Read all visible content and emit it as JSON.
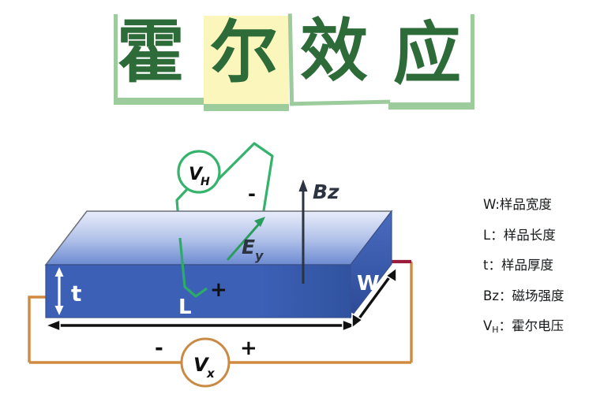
{
  "title": {
    "full_text": "霍尔效应",
    "chars": [
      "霍",
      "尔",
      "效",
      "应"
    ],
    "text_color": "#2d6b38",
    "deco_color": "#9ccb9c",
    "highlight_color": "#faf6bc",
    "highlighted_char_index": 1
  },
  "legend": {
    "rows": [
      {
        "symbol": "W",
        "sub": "",
        "separator": ":",
        "text": "样品宽度",
        "full": "W:样品宽度"
      },
      {
        "symbol": "L",
        "sub": "",
        "separator": "：",
        "text": "样品长度",
        "full": "L：样品长度"
      },
      {
        "symbol": "t",
        "sub": "",
        "separator": "：",
        "text": "样品厚度",
        "full": "t：样品厚度"
      },
      {
        "symbol": "Bz",
        "sub": "",
        "separator": "：",
        "text": "磁场强度",
        "full": "Bz：磁场强度"
      },
      {
        "symbol": "V",
        "sub": "H",
        "separator": "：",
        "text": "霍尔电压",
        "full": "VH：霍尔电压"
      }
    ]
  },
  "diagram": {
    "slab": {
      "dimension_labels": {
        "thickness": "t",
        "length": "L",
        "width": "W"
      },
      "top_face_color_back": "#e8ecfa",
      "top_face_color_front": "#6f8ed2",
      "front_face_color": "#3b5fb5",
      "right_face_color": "#2f4f9e",
      "edge_color": "#6b6f7a"
    },
    "field_arrow": {
      "label": "Bz",
      "color": "#2b3440",
      "direction": "up"
    },
    "efield_arrow": {
      "label": "Ey",
      "label_symbol": "E",
      "label_sub": "y",
      "color": "#2a9d5c",
      "text_color": "#2b3440",
      "direction": "up-right"
    },
    "hall_meter": {
      "label_symbol": "V",
      "label_sub": "H",
      "wire_color": "#33b36b",
      "text_color": "#101010",
      "terminal_minus": "-",
      "terminal_plus": "+"
    },
    "source_meter": {
      "label_symbol": "V",
      "label_sub": "x",
      "wire_color": "#d08a40",
      "border_color": "#c98a45",
      "text_color": "#101010",
      "terminal_minus": "-",
      "terminal_plus": "+"
    },
    "wires": {
      "loop_color": "#d08a40",
      "top_right_segment_color": "#9b1c3a"
    }
  }
}
